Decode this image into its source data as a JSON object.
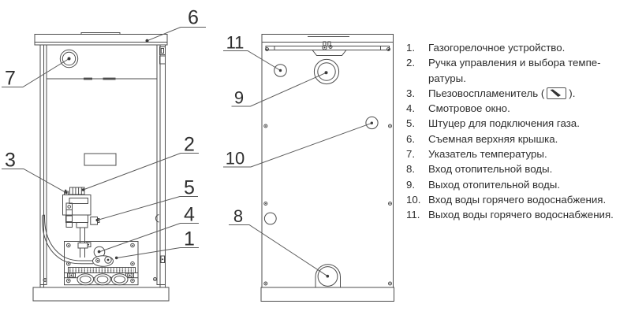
{
  "callouts": {
    "front": {
      "c1": "1",
      "c2": "2",
      "c3": "3",
      "c4": "4",
      "c5": "5",
      "c6": "6",
      "c7": "7"
    },
    "back": {
      "c8": "8",
      "c9": "9",
      "c10": "10",
      "c11": "11"
    }
  },
  "legend": {
    "items": [
      {
        "num": "1.",
        "text": "Газогорелочное устройство."
      },
      {
        "num": "2.",
        "text": "Ручка управления и выбора темпе-\nратуры."
      },
      {
        "num": "3.",
        "text_before": "Пьезовоспламенитель (",
        "icon": "piezo-spark-icon",
        "text_after": ")."
      },
      {
        "num": "4.",
        "text": "Смотровое окно."
      },
      {
        "num": "5.",
        "text": "Штуцер для подключения газа."
      },
      {
        "num": "6.",
        "text": "Съемная верхняя крышка."
      },
      {
        "num": "7.",
        "text": "Указатель температуры."
      },
      {
        "num": "8.",
        "text": "Вход отопительной воды."
      },
      {
        "num": "9.",
        "text": "Выход отопительной воды."
      },
      {
        "num": "10.",
        "text": "Вход воды горячего водоснабжения."
      },
      {
        "num": "11.",
        "text": "Выход воды горячего водоснабжения."
      }
    ]
  },
  "colors": {
    "line": "#4c4c4c",
    "text": "#2d2d2d",
    "background": "#ffffff"
  }
}
